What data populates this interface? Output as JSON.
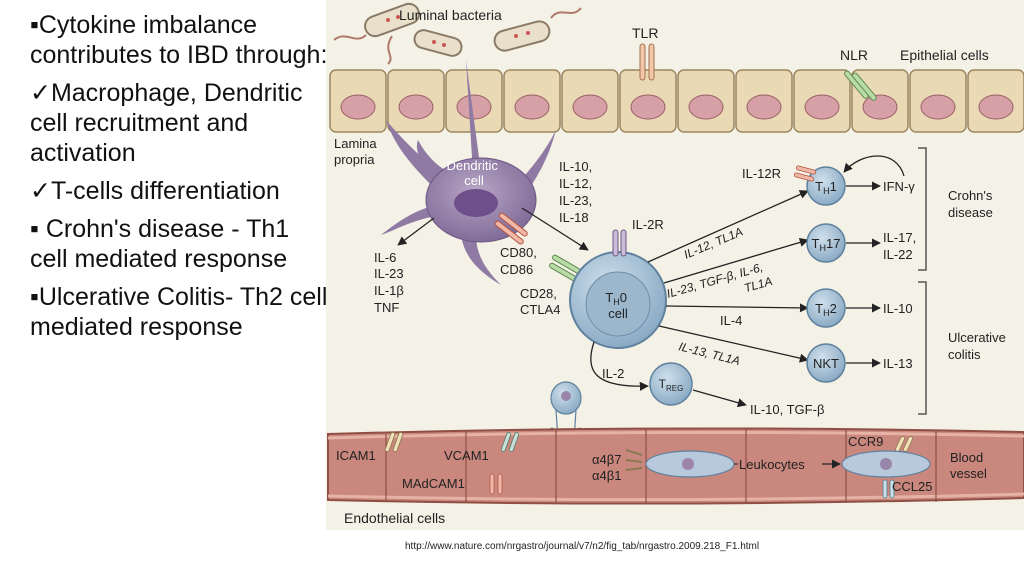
{
  "bullets": [
    {
      "mark": "▪",
      "text": "Cytokine imbalance contributes to IBD through:"
    },
    {
      "mark": "✓",
      "text": "Macrophage, Dendritic cell recruitment and activation"
    },
    {
      "mark": "✓",
      "text": "T-cells differentiation"
    },
    {
      "mark": "▪",
      "text": " Crohn's disease - Th1 cell mediated response"
    },
    {
      "mark": "▪",
      "text": "Ulcerative Colitis- Th2  cell mediated response"
    }
  ],
  "diagram": {
    "luminal_bacteria": "Luminal bacteria",
    "tlr": "TLR",
    "nlr": "NLR",
    "epithelial_cells": "Epithelial cells",
    "lamina_propria": [
      "Lamina",
      "propria"
    ],
    "dendritic_cell": [
      "Dendritic",
      "cell"
    ],
    "dc_cytokines_left": [
      "IL-6",
      "IL-23",
      "IL-1β",
      "TNF"
    ],
    "dc_cytokines_right": [
      "IL-10,",
      "IL-12,",
      "IL-23,",
      "IL-18"
    ],
    "cd80_cd86": [
      "CD80,",
      "CD86"
    ],
    "cd28_ctla4": [
      "CD28,",
      "CTLA4"
    ],
    "il2r": "IL-2R",
    "th0": {
      "main": "T",
      "sub": "H",
      "suffix": "0",
      "line2": "cell"
    },
    "il12r": "IL-12R",
    "th1": {
      "main": "T",
      "sub": "H",
      "suffix": "1"
    },
    "th17": {
      "main": "T",
      "sub": "H",
      "suffix": "17"
    },
    "th2": {
      "main": "T",
      "sub": "H",
      "suffix": "2"
    },
    "nkt": "NKT",
    "treg": {
      "main": "T",
      "sub": "REG"
    },
    "arrow_il12": "IL-12, TL1A",
    "arrow_il23": [
      "IL-23, TGF-β, IL-6,",
      "TL1A"
    ],
    "arrow_il4": "IL-4",
    "arrow_il13": "IL-13, TL1A",
    "arrow_il2": "IL-2",
    "ifn": "IFN-γ",
    "out_il17": [
      "IL-17,",
      "IL-22"
    ],
    "out_il10": "IL-10",
    "out_il13": "IL-13",
    "out_treg": "IL-10, TGF-β",
    "crohns": [
      "Crohn's",
      "disease"
    ],
    "uc": [
      "Ulcerative",
      "colitis"
    ],
    "icam1": "ICAM1",
    "vcam1": "VCAM1",
    "madcam1": "MAdCAM1",
    "a4b7": "α4β7",
    "a4b1": "α4β1",
    "leukocytes": "Leukocytes",
    "ccr9": "CCR9",
    "ccl25": "CCL25",
    "blood_vessel": [
      "Blood",
      "vessel"
    ],
    "endothelial_cells": "Endothelial cells"
  },
  "source_url": "http://www.nature.com/nrgastro/journal/v7/n2/fig_tab/nrgastro.2009.218_F1.html",
  "colors": {
    "epithelial_fill": "#ead9b5",
    "nucleus": "#d7a0a7",
    "background": "#f4f1e6",
    "t_cell": "#a9c4d9",
    "t_cell_dark": "#6d8eaa",
    "dendritic": "#9a86ab",
    "vessel": "#c9877d",
    "vessel_light": "#e6b2a6"
  }
}
